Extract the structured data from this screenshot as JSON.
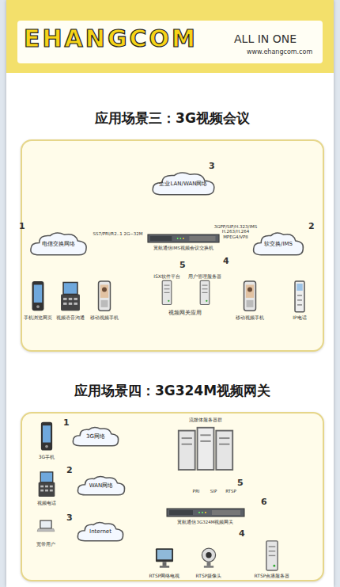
{
  "diagram": {
    "nodes": [
      {
        "text": [
          "应用场景三：3G视频会议"
        ]
      },
      {
        "text": [
          "企业LAN/WAN网络"
        ],
        "in": 0
      },
      {
        "text": [
          "电信交换网络"
        ],
        "in": 0
      },
      {
        "text": [
          "翼航通信IMS视频会议交换机"
        ],
        "in": 0
      },
      {
        "text": [
          "软交换/IMS"
        ],
        "in": 0
      },
      {
        "text": [
          "手机浏览网页"
        ],
        "in": 0
      },
      {
        "text": [
          "视频语音沟通"
        ],
        "in": 0
      },
      {
        "text": [
          "移动视频手机"
        ],
        "in": 0
      },
      {
        "text": [
          "ISX软件平台"
        ],
        "in": 0
      },
      {
        "text": [
          "用户管理服务器"
        ],
        "in": 0
      },
      {
        "text": [
          "移动视频手机"
        ],
        "in": 0
      },
      {
        "text": [
          "IP电话"
        ],
        "in": 0
      },
      {
        "text": [
          "应用场景四：3G324M视频网关"
        ]
      },
      {
        "text": [
          "3G手机"
        ],
        "in": 12
      },
      {
        "text": [
          "3G网络"
        ],
        "in": 12
      },
      {
        "text": [
          "流媒体服务器群"
        ],
        "in": 12
      },
      {
        "text": [
          "视频电话"
        ],
        "in": 12
      },
      {
        "text": [
          "WAN网络"
        ],
        "in": 12
      },
      {
        "text": [
          "翼航通信3G324M视频网关"
        ],
        "in": 12
      },
      {
        "text": [
          "宽带用户"
        ],
        "in": 12
      },
      {
        "text": [
          "Internet"
        ],
        "in": 12
      },
      {
        "text": [
          "RTSP网络电视"
        ],
        "in": 12
      },
      {
        "text": [
          "RTSP摄像头"
        ],
        "in": 12
      },
      {
        "text": [
          "RTSP点播服务器"
        ],
        "in": 12
      }
    ],
    "edges": [
      {
        "from": 1,
        "to": 3,
        "arrow": "both"
      },
      {
        "from": 2,
        "to": 3,
        "label": "SS7/PRI/R2..1 2G~32M",
        "arrow": "none"
      },
      {
        "from": 3,
        "to": 4,
        "label": "3GPP/SIP/H.323/IMS H.263/H.264 MPEG4/VP8",
        "arrow": "none"
      },
      {
        "from": 2,
        "to": 5,
        "arrow": "both"
      },
      {
        "from": 2,
        "to": 6,
        "arrow": "both"
      },
      {
        "from": 2,
        "to": 7,
        "arrow": "both"
      },
      {
        "from": 3,
        "to": 8,
        "arrow": "both"
      },
      {
        "from": 3,
        "to": 9,
        "arrow": "both"
      },
      {
        "from": 4,
        "to": 10,
        "arrow": "both"
      },
      {
        "from": 4,
        "to": 11,
        "arrow": "both"
      },
      {
        "from": 13,
        "to": 14,
        "arrow": "both"
      },
      {
        "from": 16,
        "to": 17,
        "arrow": "both"
      },
      {
        "from": 19,
        "to": 20,
        "arrow": "both"
      },
      {
        "from": 14,
        "to": 18,
        "arrow": "none"
      },
      {
        "from": 17,
        "to": 18,
        "arrow": "none"
      },
      {
        "from": 20,
        "to": 18,
        "arrow": "none"
      },
      {
        "from": 15,
        "to": 18,
        "label": "PRI",
        "arrow": "none"
      },
      {
        "from": 15,
        "to": 18,
        "label": "SIP",
        "arrow": "none"
      },
      {
        "from": 15,
        "to": 18,
        "label": "RTSP",
        "arrow": "both"
      },
      {
        "from": 18,
        "to": 21,
        "arrow": "both"
      },
      {
        "from": 18,
        "to": 22,
        "arrow": "both"
      },
      {
        "from": 18,
        "to": 23,
        "arrow": "both"
      }
    ],
    "labels": [
      "EHANGCOM",
      "ALL IN ONE",
      "www.ehangcom.com",
      "3",
      "1",
      "2",
      "4",
      "5",
      "视频网关应用",
      "1",
      "2",
      "3",
      "5",
      "6",
      "4"
    ]
  }
}
